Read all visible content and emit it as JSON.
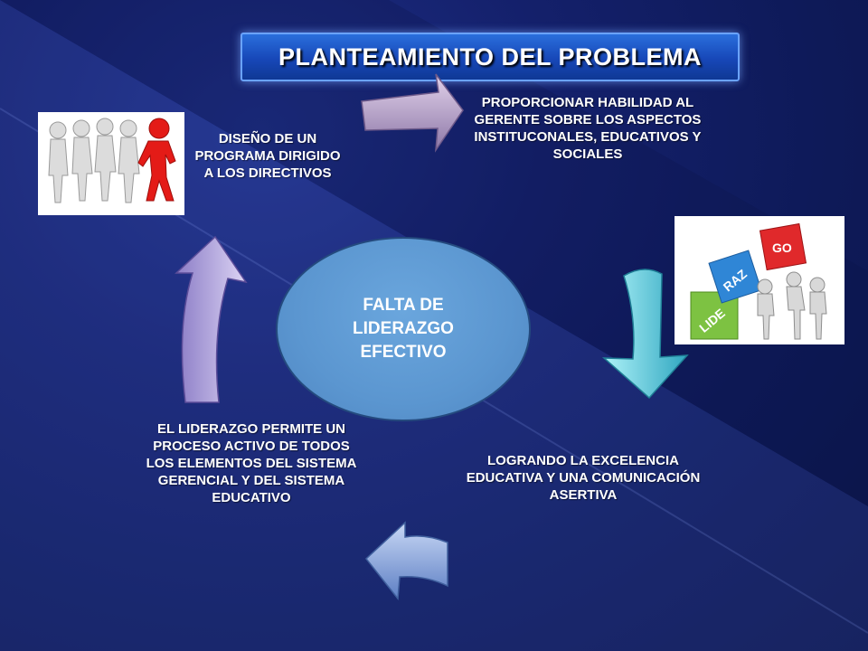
{
  "title": "PLANTEAMIENTO DEL PROBLEMA",
  "center_label": "FALTA DE\nLIDERAZGO\nEFECTIVO",
  "steps": [
    {
      "text": "PROPORCIONAR HABILIDAD AL GERENTE SOBRE LOS ASPECTOS INSTITUCONALES, EDUCATIVOS Y SOCIALES"
    },
    {
      "text": "LOGRANDO LA EXCELENCIA EDUCATIVA Y UNA COMUNICACIÓN ASERTIVA"
    },
    {
      "text": "EL LIDERAZGO PERMITE UN PROCESO ACTIVO DE TODOS LOS ELEMENTOS DEL SISTEMA GERENCIAL Y DEL SISTEMA EDUCATIVO"
    },
    {
      "text": "DISEÑO DE UN PROGRAMA DIRIGIDO A LOS DIRECTIVOS"
    }
  ],
  "image_blocks": [
    "LIDE",
    "RAZ",
    "GO"
  ],
  "colors": {
    "background": "#14206b",
    "title_bar": "#1747b8",
    "center": "#5b96d0",
    "arrow_top": "#b8a0c8",
    "arrow_right": "#6fd3e0",
    "arrow_bottom": "#8aa7dd",
    "arrow_left": "#a99ad8",
    "leader_red": "#e41b17"
  }
}
